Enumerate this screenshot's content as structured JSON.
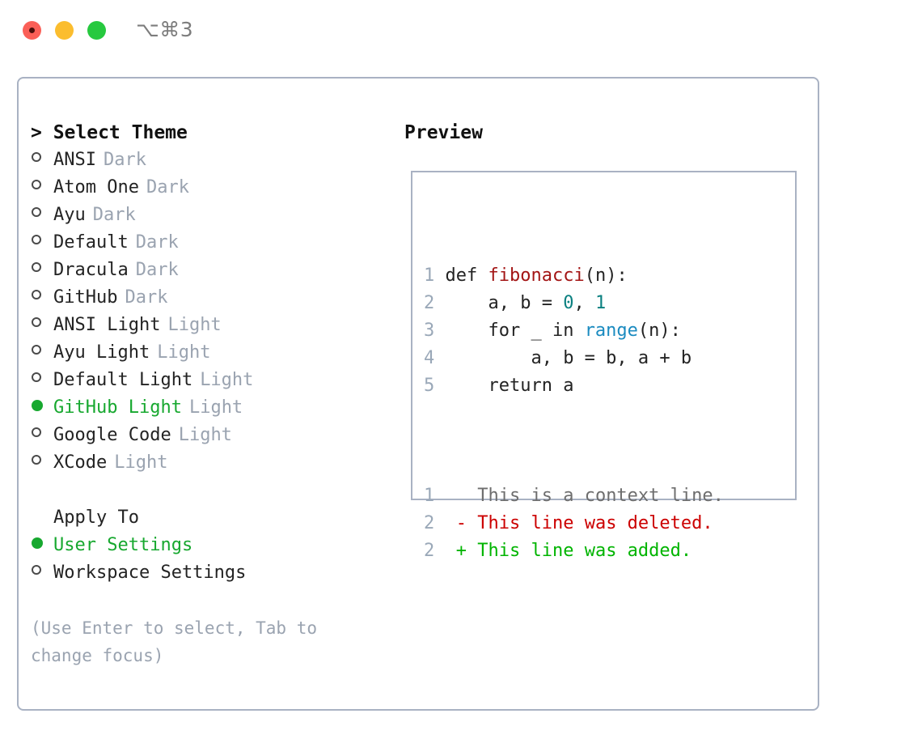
{
  "titlebar": {
    "shortcut": "⌥⌘3",
    "lights": [
      "close",
      "minimize",
      "maximize"
    ]
  },
  "left": {
    "heading": "> Select Theme",
    "themes": [
      {
        "name": "ANSI",
        "variant": "Dark",
        "selected": false
      },
      {
        "name": "Atom One",
        "variant": "Dark",
        "selected": false
      },
      {
        "name": "Ayu",
        "variant": "Dark",
        "selected": false
      },
      {
        "name": "Default",
        "variant": "Dark",
        "selected": false
      },
      {
        "name": "Dracula",
        "variant": "Dark",
        "selected": false
      },
      {
        "name": "GitHub",
        "variant": "Dark",
        "selected": false
      },
      {
        "name": "ANSI Light",
        "variant": "Light",
        "selected": false
      },
      {
        "name": "Ayu Light",
        "variant": "Light",
        "selected": false
      },
      {
        "name": "Default Light",
        "variant": "Light",
        "selected": false
      },
      {
        "name": "GitHub Light",
        "variant": "Light",
        "selected": true
      },
      {
        "name": "Google Code",
        "variant": "Light",
        "selected": false
      },
      {
        "name": "XCode",
        "variant": "Light",
        "selected": false
      }
    ],
    "apply_to_heading": "Apply To",
    "apply_to_options": [
      {
        "name": "User Settings",
        "selected": true
      },
      {
        "name": "Workspace Settings",
        "selected": false
      }
    ],
    "hint": "(Use Enter to select, Tab to change focus)"
  },
  "right": {
    "heading": "Preview",
    "code_lines": [
      {
        "no": "1",
        "segments": [
          {
            "text": "def ",
            "type": "plain"
          },
          {
            "text": "fibonacci",
            "type": "func"
          },
          {
            "text": "(n):",
            "type": "plain"
          }
        ]
      },
      {
        "no": "2",
        "segments": [
          {
            "text": "    a, b = ",
            "type": "plain"
          },
          {
            "text": "0",
            "type": "num"
          },
          {
            "text": ", ",
            "type": "plain"
          },
          {
            "text": "1",
            "type": "num"
          }
        ]
      },
      {
        "no": "3",
        "segments": [
          {
            "text": "    for _ in ",
            "type": "plain"
          },
          {
            "text": "range",
            "type": "call"
          },
          {
            "text": "(n):",
            "type": "plain"
          }
        ]
      },
      {
        "no": "4",
        "segments": [
          {
            "text": "        a, b = b, a + b",
            "type": "plain"
          }
        ]
      },
      {
        "no": "5",
        "segments": [
          {
            "text": "    return a",
            "type": "plain"
          }
        ]
      }
    ],
    "diff_lines": [
      {
        "no": "1",
        "marker": " ",
        "text": "This is a context line.",
        "type": "ctx"
      },
      {
        "no": "2",
        "marker": "-",
        "text": "This line was deleted.",
        "type": "del"
      },
      {
        "no": "2",
        "marker": "+",
        "text": "This line was added.",
        "type": "add"
      }
    ]
  },
  "colors": {
    "selected_green": "#17a82f",
    "muted_gray": "#9aa3b0",
    "border": "#a9b2c3",
    "func_red": "#a31515",
    "number_teal": "#0b8080",
    "call_blue": "#1b8bc0",
    "diff_delete": "#cc0000",
    "diff_add": "#00b400"
  }
}
